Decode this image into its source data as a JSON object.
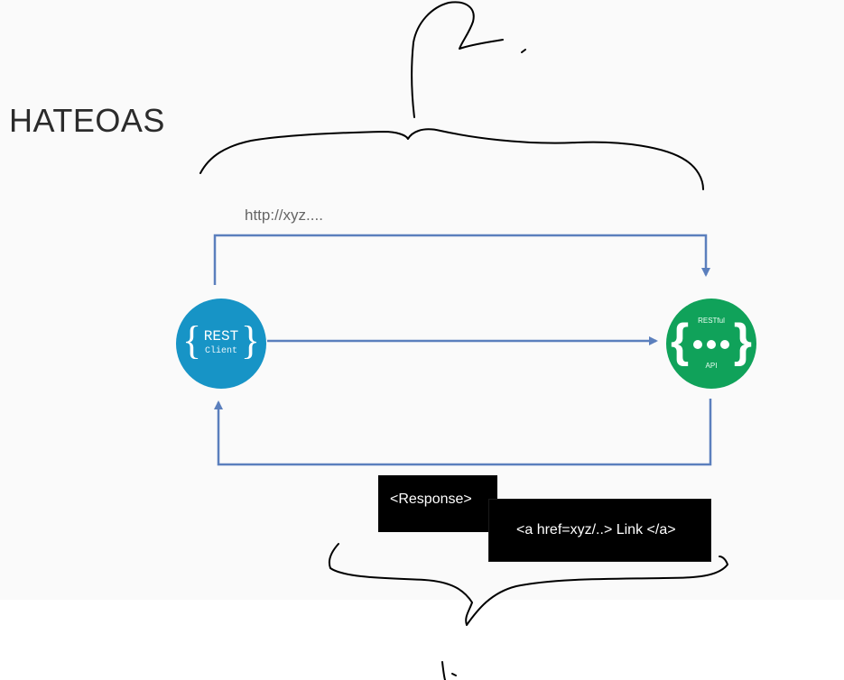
{
  "slide": {
    "title": "HATEOAS",
    "url_label": "http://xyz...."
  },
  "client_node": {
    "label": "REST",
    "sublabel": "Client",
    "color": "#1794c6"
  },
  "api_node": {
    "top_label": "RESTful",
    "bottom_label": "API",
    "color": "#10a25a"
  },
  "response": {
    "label": "<Response>",
    "link_text": "<a href=xyz/..> Link </a>"
  },
  "colors": {
    "arrow": "#5b7fbd",
    "ink": "#000000"
  }
}
